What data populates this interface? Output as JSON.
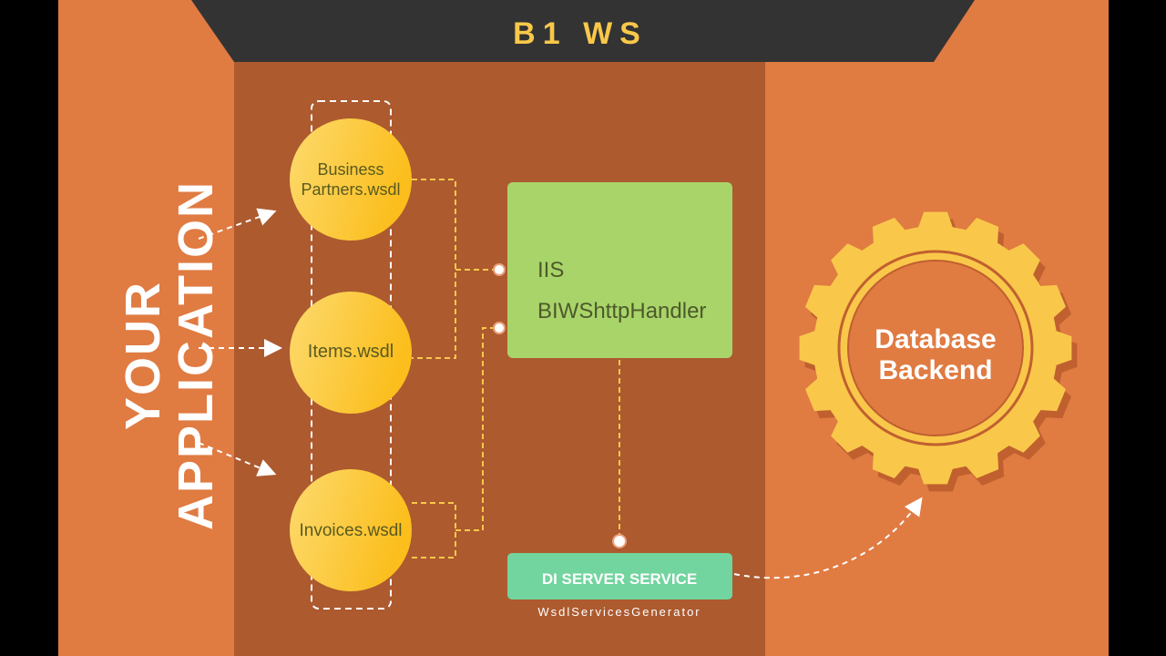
{
  "header": {
    "title": "B1 WS"
  },
  "left": {
    "label_line1": "YOUR",
    "label_line2": "APPLICATION"
  },
  "wsdl_nodes": [
    {
      "line1": "Business",
      "line2": "Partners.wsdl"
    },
    {
      "line1": "Items.wsdl",
      "line2": ""
    },
    {
      "line1": "Invoices.wsdl",
      "line2": ""
    }
  ],
  "iis_box": {
    "line1": "IIS",
    "line2": "BIWShttpHandler"
  },
  "di_server": {
    "label": "DI SERVER SERVICE",
    "caption": "WsdlServicesGenerator"
  },
  "database": {
    "line1": "Database",
    "line2": "Backend"
  },
  "colors": {
    "background": "#E07B42",
    "panel": "#AD5A2F",
    "header": "#333333",
    "node": "#FBC43A",
    "iis": "#A9D46A",
    "di": "#72D49E",
    "gear": "#F9C84A"
  }
}
